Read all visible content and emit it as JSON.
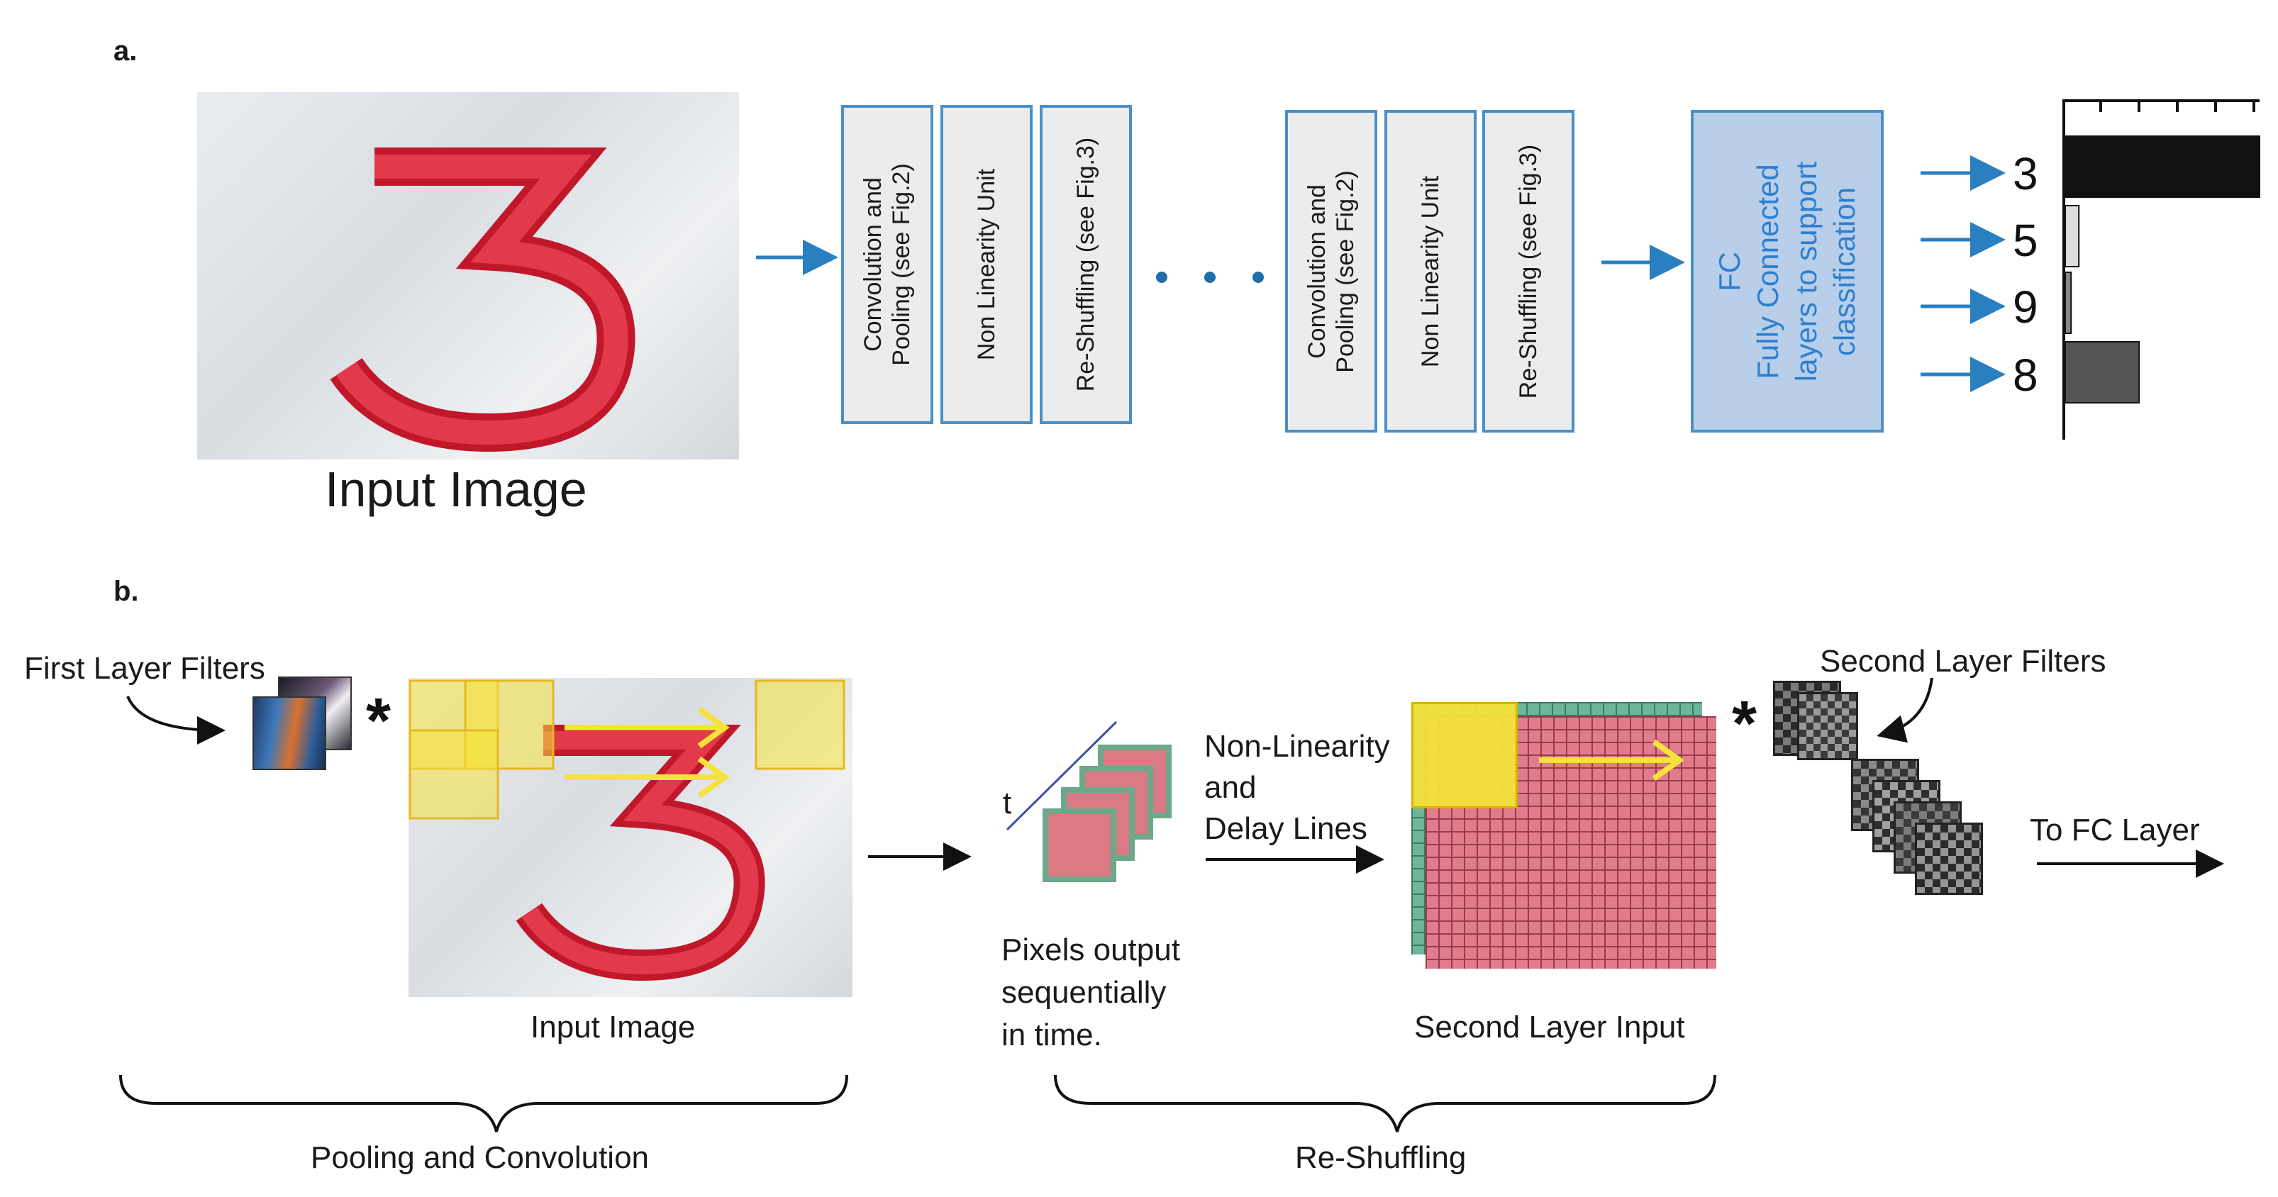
{
  "panel_a": {
    "label": "a.",
    "input_caption": "Input Image",
    "stage1": {
      "conv_label": "Convolution and\nPooling (see Fig.2)",
      "nonlin_label": "Non Linearity Unit",
      "reshuffle_label": "Re-Shuffling (see Fig.3)"
    },
    "stage2": {
      "conv_label": "Convolution and\nPooling (see Fig.2)",
      "nonlin_label": "Non Linearity Unit",
      "reshuffle_label": "Re-Shuffling (see Fig.3)"
    },
    "fc_label": "FC\nFully Connected\nlayers to support\nclassification",
    "outputs": [
      {
        "digit": "3",
        "score": 1.0,
        "color": "#111111"
      },
      {
        "digit": "5",
        "score": 0.07,
        "color": "#dddddd"
      },
      {
        "digit": "9",
        "score": 0.03,
        "color": "#888888"
      },
      {
        "digit": "8",
        "score": 0.38,
        "color": "#555555"
      }
    ]
  },
  "panel_b": {
    "label": "b.",
    "first_filters_label": "First Layer Filters",
    "input_caption": "Input Image",
    "time_label": "t",
    "pixels_label": "Pixels output\nsequentially\nin time.",
    "nonlin_label": "Non-Linearity\nand\nDelay Lines",
    "second_input_caption": "Second Layer Input",
    "second_filters_label": "Second Layer Filters",
    "to_fc_label": "To FC Layer",
    "brace1_label": "Pooling and Convolution",
    "brace2_label": "Re-Shuffling",
    "star": "*"
  },
  "colors": {
    "box_border": "#4a90c8",
    "arrow_blue": "#2a7fc0",
    "fc_fill": "#b9cfe9",
    "fc_text": "#2e7fd0",
    "digit_red": "#d4283a",
    "overlay_yellow": "#f5e23a"
  }
}
